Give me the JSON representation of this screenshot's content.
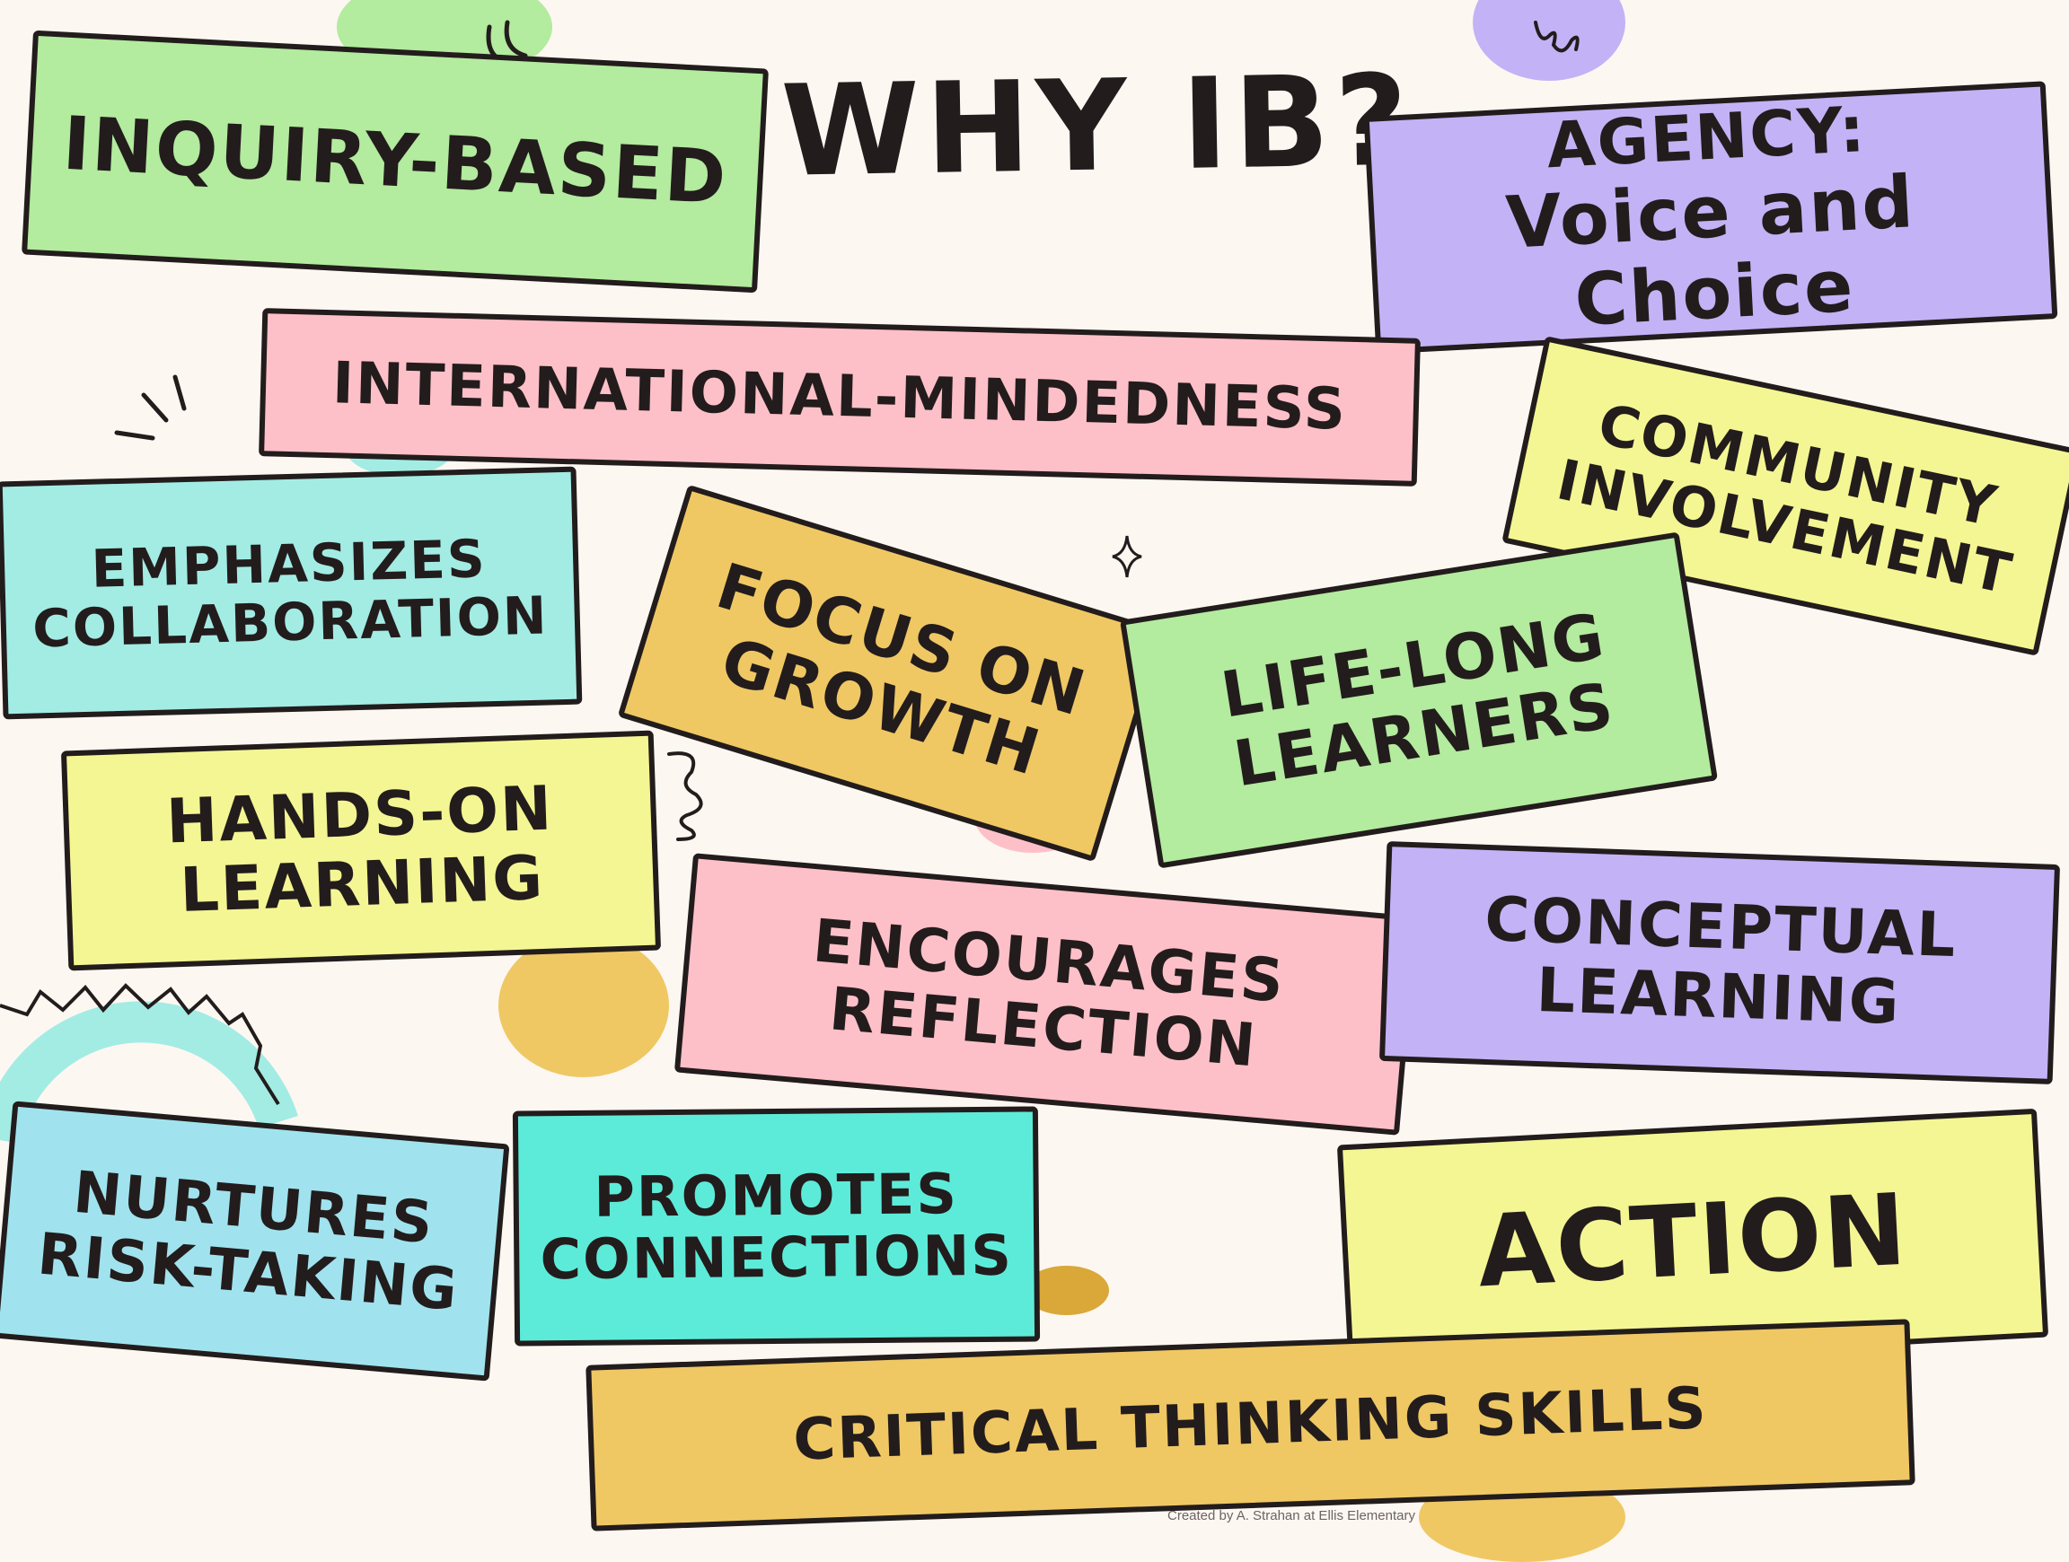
{
  "title": "WHY IB?",
  "credit": "Created by A. Strahan at Ellis Elementary",
  "colors": {
    "background": "#fdf7f2",
    "green": "#b3eb9f",
    "pink": "#fec0c8",
    "teal": "#a2ece4",
    "purple": "#c4b2f6",
    "yellow": "#f4f693",
    "orange": "#efc864",
    "aqua": "#5debd9",
    "sky": "#a0e3ee",
    "outline": "#231c1c"
  },
  "cards": {
    "inquiry": [
      "INQUIRY-BASED"
    ],
    "agency": [
      "AGENCY:",
      "Voice and Choice"
    ],
    "international": [
      "INTERNATIONAL-MINDEDNESS"
    ],
    "community": [
      "COMMUNITY",
      "INVOLVEMENT"
    ],
    "collaboration": [
      "EMPHASIZES",
      "COLLABORATION"
    ],
    "growth": [
      "FOCUS ON",
      "GROWTH"
    ],
    "lifelong": [
      "LIFE-LONG",
      "LEARNERS"
    ],
    "handson": [
      "HANDS-ON",
      "LEARNING"
    ],
    "reflection": [
      "ENCOURAGES",
      "REFLECTION"
    ],
    "conceptual": [
      "CONCEPTUAL",
      "LEARNING"
    ],
    "risk": [
      "NURTURES",
      "RISK-TAKING"
    ],
    "connections": [
      "PROMOTES",
      "CONNECTIONS"
    ],
    "action": [
      "ACTION"
    ],
    "critical": [
      "CRITICAL THINKING SKILLS"
    ]
  }
}
